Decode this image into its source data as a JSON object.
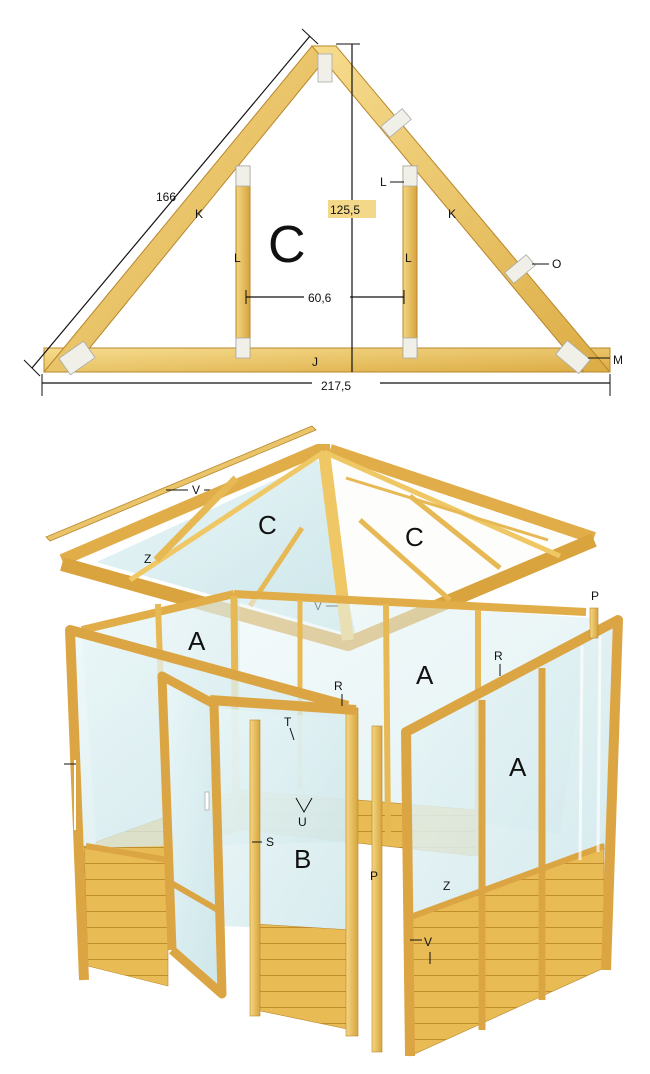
{
  "truss": {
    "section_letter": "C",
    "rafter_length": "166",
    "height": "125,5",
    "inner_span": "60,6",
    "span": "217,5",
    "rafter_label": "K",
    "post_label": "L",
    "tie_label": "J",
    "plate_o_label": "O",
    "plate_m_label": "M"
  },
  "greenhouse": {
    "roof_panel_labels": [
      "C",
      "C"
    ],
    "wall_panel_labels": [
      "A",
      "A",
      "A"
    ],
    "door_panel_label": "B",
    "part_labels": {
      "v": "V",
      "z": "Z",
      "p": "P",
      "r": "R",
      "t": "T",
      "u": "U",
      "s": "S"
    }
  },
  "colors": {
    "wood_light": "#f2d27a",
    "wood_mid": "#e2b24a",
    "wood_dark": "#b7852a",
    "glass": "#dceff2",
    "plate": "#f0efe8"
  }
}
